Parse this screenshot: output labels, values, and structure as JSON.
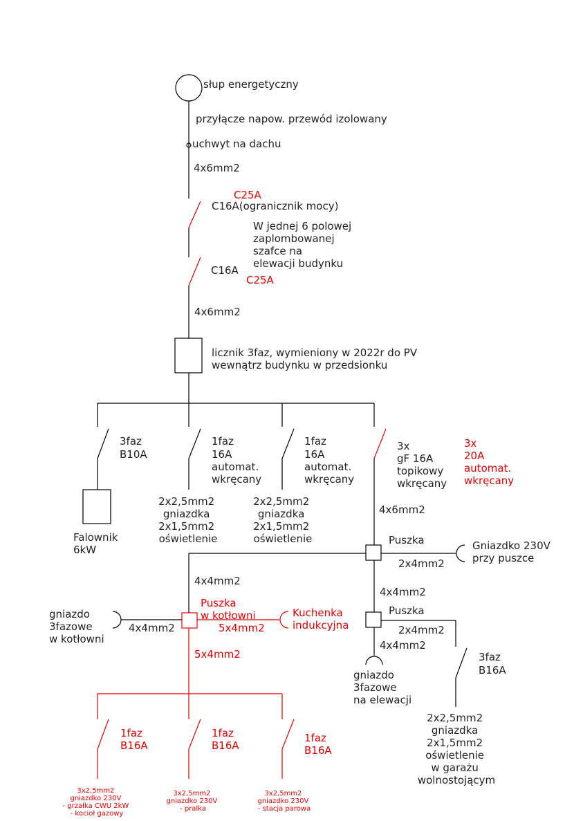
{
  "labels": {
    "pole": "słup energetyczny",
    "connection": "przyłącze napow. przewód izolowany",
    "roof_holder": "uchwyt na dachu",
    "cable_main_1": "4x6mm2",
    "breaker1_red": "C25A",
    "breaker1": "C16A(ogranicznik mocy)",
    "cabinet_note": [
      "W jednej 6 polowej",
      "zaplombowanej",
      "szafce na",
      "elewacji budynku"
    ],
    "breaker2": "C16A",
    "breaker2_red": "C25A",
    "cable_main_2": "4x6mm2",
    "meter": [
      "licznik 3faz, wymieniony w 2022r do PV",
      "wewnątrz budynku w przedsionku"
    ],
    "inv_breaker": [
      "3faz",
      "B10A"
    ],
    "inverter": [
      "Falownik",
      "6kW"
    ],
    "c2_breaker": [
      "1faz",
      "16A",
      "automat.",
      "wkręcany"
    ],
    "c2_load": [
      "2x2,5mm2",
      "gniazdka",
      "2x1,5mm2",
      "oświetlenie"
    ],
    "c3_breaker": [
      "1faz",
      "16A",
      "automat.",
      "wkręcany"
    ],
    "c3_load": [
      "2x2,5mm2",
      "gniazdka",
      "2x1,5mm2",
      "oświetlenie"
    ],
    "c4_breaker": [
      "3x",
      "gF 16A",
      "topikowy",
      "wkręcany"
    ],
    "c4_breaker_red": [
      "3x",
      "20A",
      "automat.",
      "wkręcany"
    ],
    "cable_c4": "4x6mm2",
    "junction1": "Puszka",
    "socket_junction": [
      "Gniazdko 230V",
      "przy puszce"
    ],
    "cable_socket_junction": "2x4mm2",
    "cable_to_boiler": "4x4mm2",
    "cable_to_j2": "4x4mm2",
    "boiler_junction": [
      "Puszka",
      "w kotłowni"
    ],
    "induction": [
      "Kuchenka",
      "indukcyjna"
    ],
    "cable_induction": "5x4mm2",
    "boiler_socket": [
      "gniazdo",
      "3fazowe",
      "w kotłowni"
    ],
    "cable_boiler_socket": "4x4mm2",
    "cable_boiler_down": "5x4mm2",
    "junction2": "Puszka",
    "cable_garage": "2x4mm2",
    "cable_facade_socket": "4x4mm2",
    "facade_socket": [
      "gniazdo",
      "3fazowe",
      "na elewacji"
    ],
    "garage_breaker": [
      "3faz",
      "B16A"
    ],
    "garage_load": [
      "2x2,5mm2",
      "gniazdka",
      "2x1,5mm2",
      "oświetlenie",
      "w garażu",
      "wolnostojącym"
    ],
    "r1_breaker": [
      "1faz",
      "B16A"
    ],
    "r1_load": [
      "3x2,5mm2",
      "gniazdko 230V",
      "- grzałka CWU 2kW",
      "- kocioł gazowy"
    ],
    "r2_breaker": [
      "1faz",
      "B16A"
    ],
    "r2_load": [
      "3x2,5mm2",
      "gniazdko 230V",
      "- pralka"
    ],
    "r3_breaker": [
      "1faz",
      "B16A"
    ],
    "r3_load": [
      "3x2,5mm2",
      "gniazdko 230V",
      "- stacja parowa"
    ]
  },
  "colors": {
    "wire": "#000000",
    "change": "#e60000"
  }
}
